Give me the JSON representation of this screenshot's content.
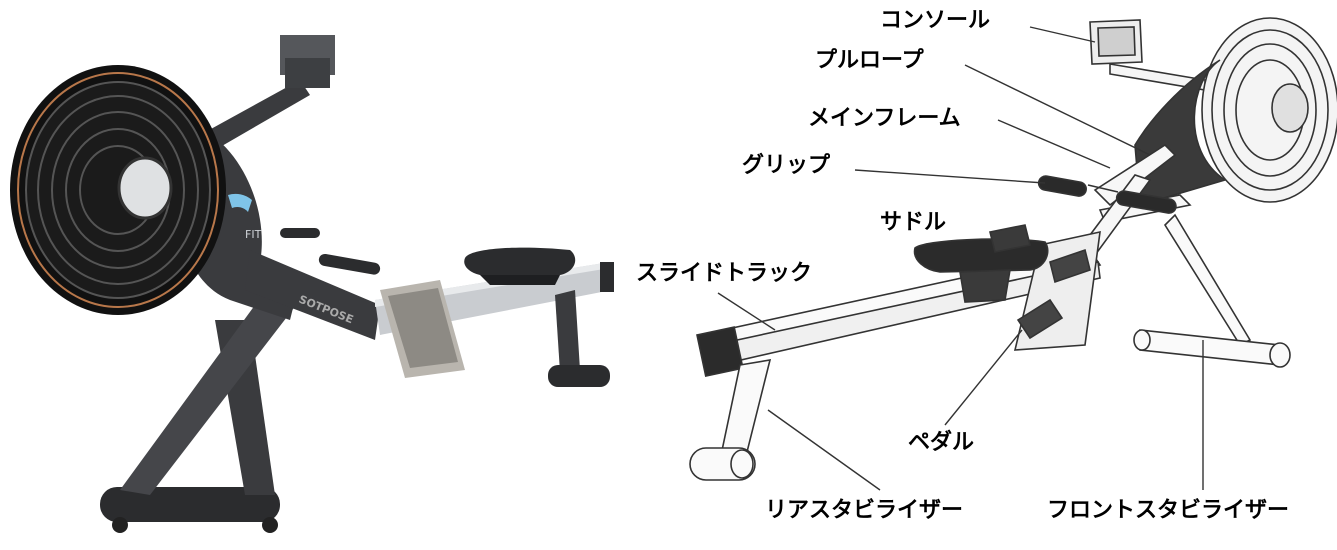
{
  "labels": {
    "console": "コンソール",
    "pull_rope": "プルロープ",
    "main_frame": "メインフレーム",
    "grip": "グリップ",
    "saddle": "サドル",
    "slide_track": "スライドトラック",
    "pedal": "ペダル",
    "rear_stabilizer": "リアスタビライザー",
    "front_stabilizer": "フロントスタビライザー"
  },
  "photo": {
    "brand_text": "SOTPOSE"
  },
  "colors": {
    "frame_dark": "#3a3b3e",
    "fan_black": "#111111",
    "rail_silver": "#c9ccd0",
    "accent_copper": "#b8774a",
    "display_blue": "#7fc4e8",
    "line_drawing": "#333333"
  }
}
